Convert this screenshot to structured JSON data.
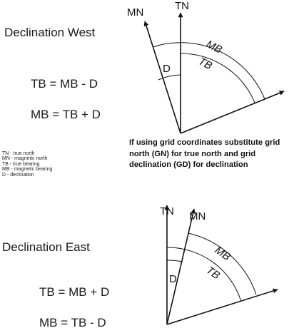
{
  "west": {
    "title": "Declination West",
    "formula_tb": "TB =  MB - D",
    "formula_mb": "MB = TB + D",
    "labels": {
      "mn": "MN",
      "tn": "TN",
      "mb": "MB",
      "tb": "TB",
      "d": "D"
    }
  },
  "legend": [
    "TN - true north",
    "MN - magnetic north",
    "TB - true bearing",
    "MB - magnetic bearing",
    "D - declination"
  ],
  "note": "If using grid coordinates substitute grid north (GN) for true north and grid declination (GD) for declination",
  "east": {
    "title": "Declination East",
    "formula_tb": "TB = MB + D",
    "formula_mb": "MB = TB - D",
    "labels": {
      "tn": "TN",
      "mn": "MN",
      "mb": "MB",
      "tb": "TB",
      "d": "D"
    }
  }
}
